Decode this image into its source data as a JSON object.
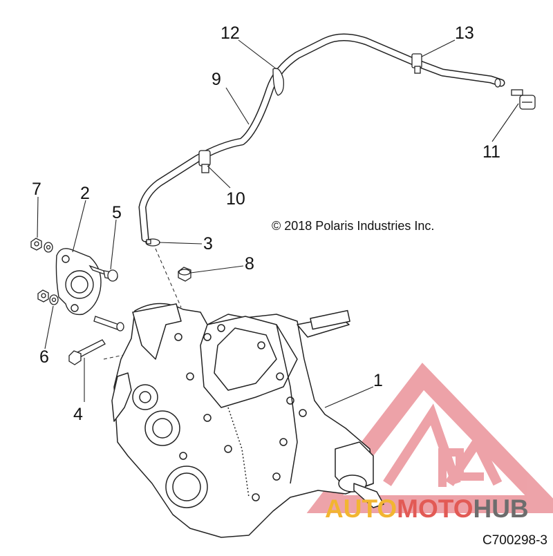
{
  "diagram": {
    "callouts": [
      {
        "id": "1",
        "text": "1"
      },
      {
        "id": "2",
        "text": "2"
      },
      {
        "id": "3",
        "text": "3"
      },
      {
        "id": "4",
        "text": "4"
      },
      {
        "id": "5",
        "text": "5"
      },
      {
        "id": "6",
        "text": "6"
      },
      {
        "id": "7",
        "text": "7"
      },
      {
        "id": "8",
        "text": "8"
      },
      {
        "id": "9",
        "text": "9"
      },
      {
        "id": "10",
        "text": "10"
      },
      {
        "id": "11",
        "text": "11"
      },
      {
        "id": "12",
        "text": "12"
      },
      {
        "id": "13",
        "text": "13"
      }
    ],
    "copyright": "© 2018 Polaris Industries Inc.",
    "code": "C700298-3"
  },
  "watermark": {
    "part1": "AUTO",
    "part2": "MOTO",
    "part3": "HUB",
    "colors": {
      "part1": "#f2b531",
      "part2": "#e25a55",
      "part3": "#6d6d6d",
      "logo": "#e7848c"
    }
  }
}
